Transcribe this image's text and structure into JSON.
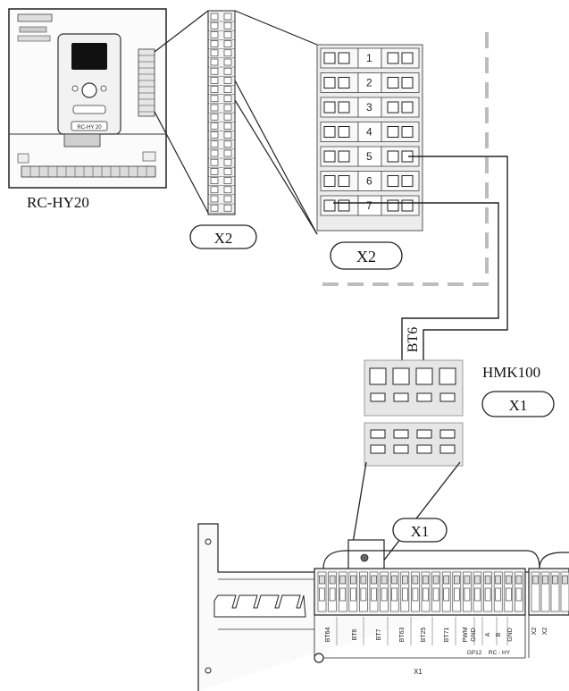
{
  "diagram": {
    "controller_label": "RC-HY20",
    "controller_badge": "RC-HY 20",
    "x2_small_label": "X2",
    "x2_zoom_label": "X2",
    "x2_terminals": [
      "1",
      "2",
      "3",
      "4",
      "5",
      "6",
      "7"
    ],
    "cable_label": "BT6",
    "module_label": "HMK100",
    "x1_module_label": "X1",
    "x1_board_label": "X1",
    "board_terminal_labels": [
      "BT64",
      "BT6",
      "BT7",
      "BT63",
      "BT25",
      "BT71",
      "PWM",
      "GND",
      "A",
      "B",
      "GND"
    ],
    "board_sub_labels": [
      "GP12",
      "RC - HY"
    ],
    "board_right_labels": [
      "X2",
      "X2"
    ],
    "board_bottom_label": "X1"
  }
}
